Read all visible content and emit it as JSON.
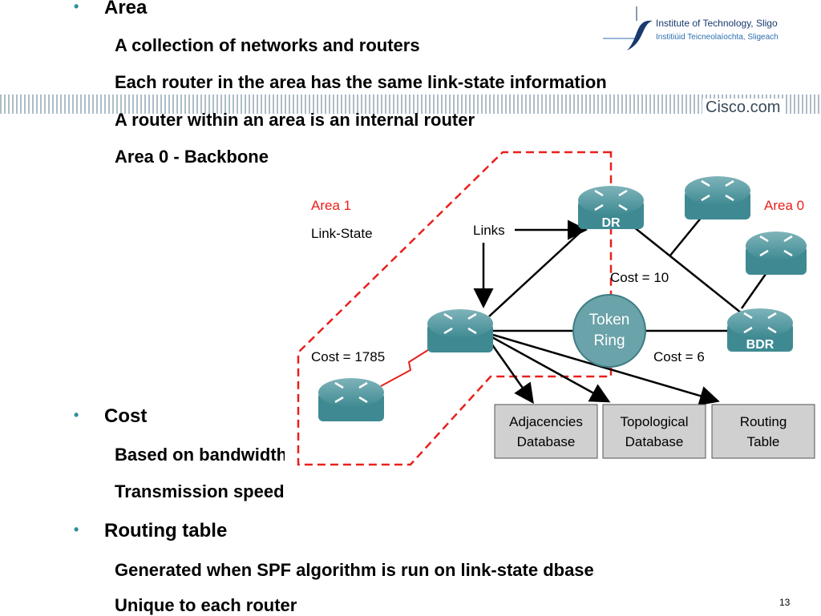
{
  "logo": {
    "name_en": "Institute of Technology, Sligo",
    "name_ga": "Institiúid Teicneolaíochta, Sligeach",
    "cisco": "Cisco.com"
  },
  "bullets": [
    {
      "label": "Area",
      "subs": [
        "A collection of networks and routers",
        "Each router in the area has the same link-state information",
        "A router within an area is an internal router",
        "Area 0 - Backbone"
      ]
    },
    {
      "label": "Cost",
      "subs": [
        "Based on bandwidth",
        "Transmission speed"
      ]
    },
    {
      "label": "Routing table",
      "subs": [
        "Generated when SPF algorithm is run on link-state dbase",
        "Unique to each router"
      ]
    }
  ],
  "diagram": {
    "area1": "Area 1",
    "link_state": "Link-State",
    "area0": "Area 0",
    "links": "Links",
    "dr": "DR",
    "bdr": "BDR",
    "token_ring_1": "Token",
    "token_ring_2": "Ring",
    "cost_10": "Cost = 10",
    "cost_1785": "Cost = 1785",
    "cost_6": "Cost = 6",
    "adj_1": "Adjacencies",
    "adj_2": "Database",
    "topo_1": "Topological",
    "topo_2": "Database",
    "rt_1": "Routing",
    "rt_2": "Table",
    "colors": {
      "area_red": "#e8201c",
      "router": "#3f8a92",
      "box": "#d0d0d0"
    }
  },
  "page_number": "13"
}
